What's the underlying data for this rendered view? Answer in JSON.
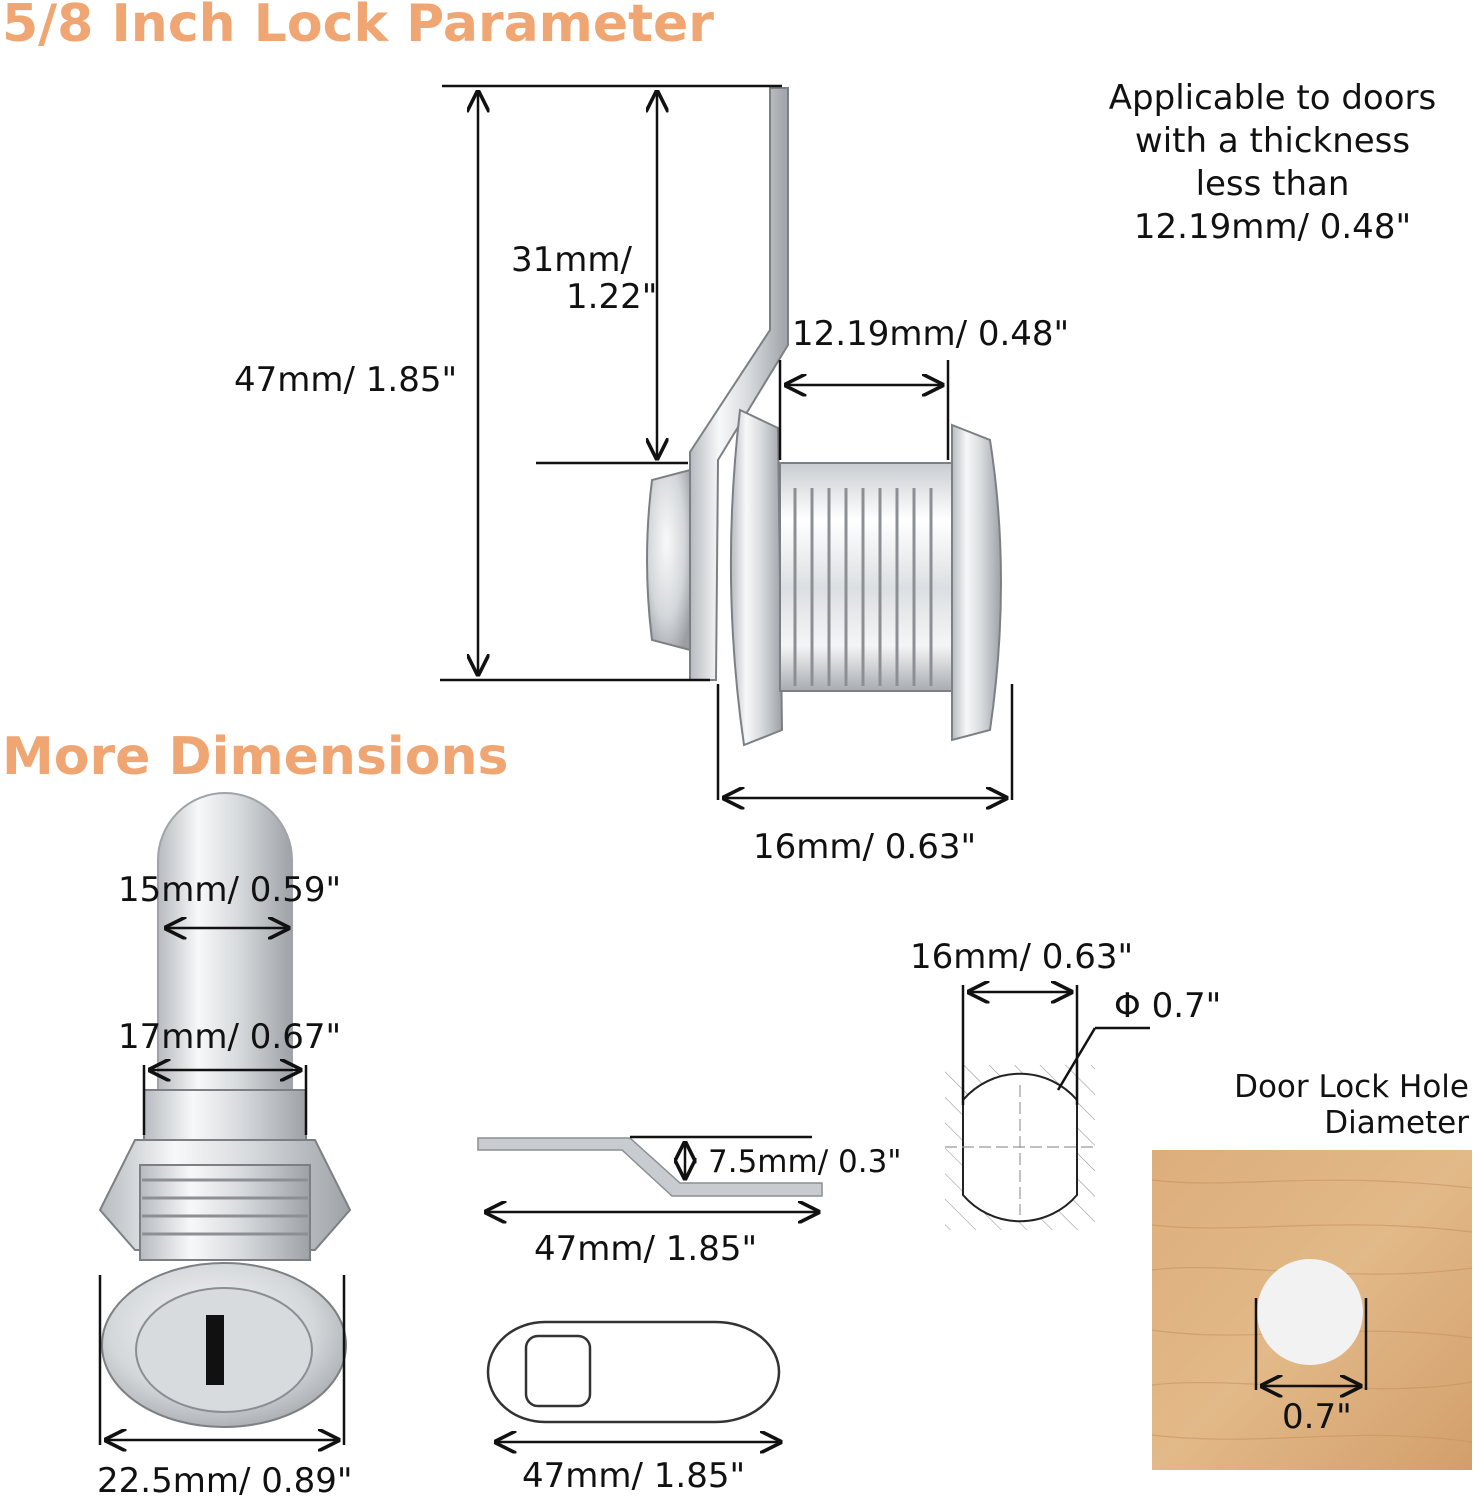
{
  "headings": {
    "lock_parameter": "5/8 Inch Lock Parameter",
    "more_dimensions": "More Dimensions"
  },
  "note": {
    "line1": "Applicable to doors",
    "line2": "with a thickness",
    "line3": "less than",
    "line4": "12.19mm/  0.48\""
  },
  "main_lock": {
    "total_height": "47mm/ 1.85\"",
    "cam_height_line1": "31mm/",
    "cam_height_line2": "1.22\"",
    "door_thickness": "12.19mm/  0.48\"",
    "body_length": "16mm/ 0.63\""
  },
  "front_view": {
    "cam_width": "15mm/ 0.59\"",
    "nut_width": "17mm/ 0.67\"",
    "face_diameter": "22.5mm/ 0.89\""
  },
  "cam_side": {
    "offset": "7.5mm/ 0.3\"",
    "length": "47mm/ 1.85\""
  },
  "cam_top": {
    "length": "47mm/ 1.85\""
  },
  "hole_profile": {
    "flat_width": "16mm/ 0.63\"",
    "diameter": "Φ 0.7\""
  },
  "door_hole": {
    "title_line1": "Door Lock Hole",
    "title_line2": "Diameter",
    "diameter": "0.7\""
  },
  "colors": {
    "heading": "#f0a672",
    "wood": "#d9a873",
    "metal_light": "#eef0f2",
    "metal_dark": "#8e9296"
  }
}
